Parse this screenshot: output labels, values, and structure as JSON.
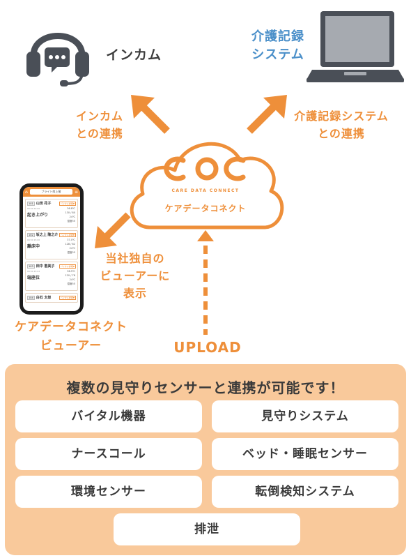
{
  "intercom": {
    "label": "インカム",
    "icon": "headset-icon"
  },
  "care_record": {
    "line1": "介護記録",
    "line2": "システム",
    "icon": "laptop-icon"
  },
  "links": {
    "intercom_line1": "インカム",
    "intercom_line2": "との連携",
    "care_line1": "介護記録システム",
    "care_line2": "との連携",
    "viewer_line1": "当社独自の",
    "viewer_line2": "ビューアーに",
    "viewer_line3": "表示"
  },
  "cloud": {
    "logo": "CDC",
    "sub": "CARE DATA CONNECT",
    "name": "ケアデータコネクト"
  },
  "viewer": {
    "line1": "ケアデータコネクト",
    "line2": "ビューアー"
  },
  "upload": "UPLOAD",
  "phone": {
    "header": "ブライト南上階",
    "cards": [
      {
        "room": "101",
        "name": "山田 花子",
        "btn": "バイタル詳細▼",
        "time": "09:50 14:00",
        "status": "起き上がり",
        "vitals": [
          "36.8℃",
          "130 / 80",
          "24℃",
          "湿度55"
        ]
      },
      {
        "room": "102",
        "name": "坂之上 隆之介",
        "btn": "バイタル詳細▼",
        "time": "09:50 15:00",
        "status": "離床中",
        "vitals": [
          "37.0℃",
          "128 / 82",
          "24℃",
          "湿度55"
        ]
      },
      {
        "room": "103",
        "name": "田中 恵美子",
        "btn": "バイタル詳細▼",
        "time": "09:50 15:02",
        "status": "端座位",
        "vitals": [
          "36.5℃",
          "120 / 78",
          "24℃",
          "湿度55"
        ]
      },
      {
        "room": "104",
        "name": "白石 太郎",
        "btn": "バイタル詳細▼",
        "time": "",
        "status": "",
        "vitals": []
      }
    ]
  },
  "panel": {
    "title": "複数の見守りセンサーと連携が可能です！",
    "items": [
      "バイタル機器",
      "見守りシステム",
      "ナースコール",
      "ベッド・睡眠センサー",
      "環境センサー",
      "転倒検知システム",
      "排泄"
    ]
  },
  "colors": {
    "orange": "#ee8f3a",
    "blue": "#4a8fc9",
    "panel": "#f9c99b",
    "dark": "#3d3d3d"
  }
}
